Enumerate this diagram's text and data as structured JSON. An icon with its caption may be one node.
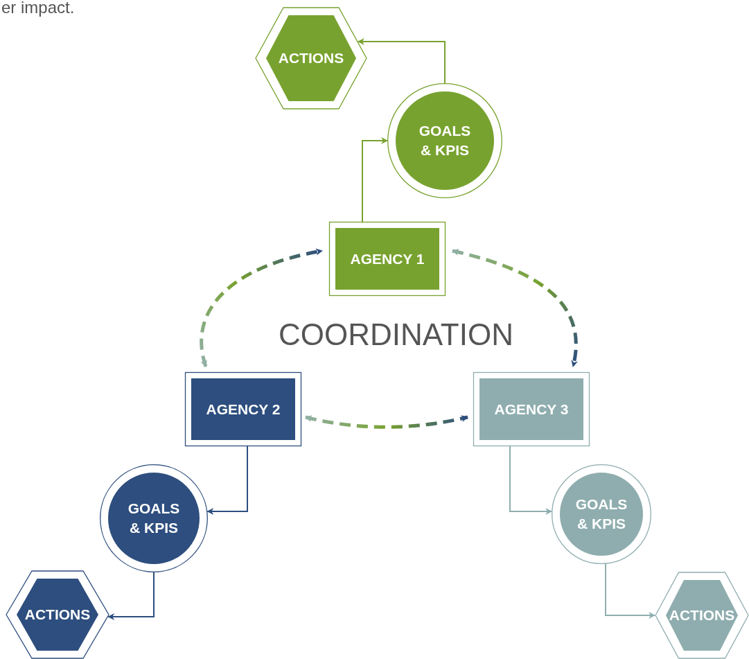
{
  "diagram": {
    "nodes": [
      {
        "text": [
          "ACTIONS"
        ]
      },
      {
        "text": [
          "GOALS & KPIS"
        ]
      },
      {
        "text": [
          "AGENCY 1"
        ]
      },
      {
        "text": [
          "AGENCY 2"
        ]
      },
      {
        "text": [
          "AGENCY 3"
        ]
      },
      {
        "text": [
          "GOALS & KPIS"
        ]
      },
      {
        "text": [
          "GOALS & KPIS"
        ]
      },
      {
        "text": [
          "ACTIONS"
        ]
      },
      {
        "text": [
          "ACTIONS"
        ]
      }
    ],
    "edges": [
      {
        "from": 2,
        "to": 1,
        "arrow": "to",
        "color": "#78a22f"
      },
      {
        "from": 1,
        "to": 0,
        "arrow": "to",
        "color": "#78a22f"
      },
      {
        "from": 3,
        "to": 5,
        "arrow": "to",
        "color": "#2d4e7e"
      },
      {
        "from": 5,
        "to": 7,
        "arrow": "to",
        "color": "#2d4e7e"
      },
      {
        "from": 4,
        "to": 6,
        "arrow": "to",
        "color": "#8fadae"
      },
      {
        "from": 6,
        "to": 8,
        "arrow": "to",
        "color": "#8fadae"
      },
      {
        "from": 3,
        "to": 2,
        "arrow": "both",
        "style": "dashed"
      },
      {
        "from": 2,
        "to": 4,
        "arrow": "both",
        "style": "dashed"
      },
      {
        "from": 3,
        "to": 4,
        "arrow": "both",
        "style": "dashed"
      }
    ],
    "labels": [
      "er impact.",
      "COORDINATION"
    ]
  }
}
